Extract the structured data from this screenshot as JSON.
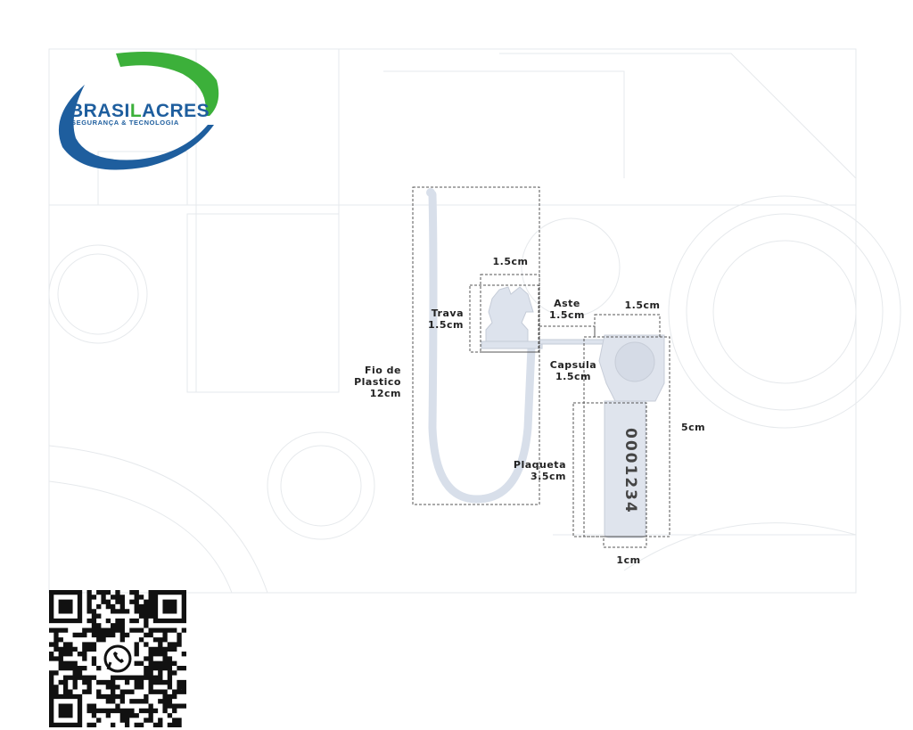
{
  "logo": {
    "brand_prefix": "BRASI",
    "brand_accent": "L",
    "brand_suffix": "ACRES",
    "tagline": "SEGURANÇA & TECNOLOGIA",
    "colors": {
      "blue": "#1e5e9e",
      "green": "#3cb03a"
    }
  },
  "diagram": {
    "labels": {
      "fio": [
        "Fio de",
        "Plastico",
        "12cm"
      ],
      "trava": [
        "Trava",
        "1.5cm"
      ],
      "trava_width": "1.5cm",
      "aste": [
        "Aste",
        "1.5cm"
      ],
      "capsula_width": "1.5cm",
      "capsula": [
        "Capsula",
        "1.5cm"
      ],
      "total_height": "5cm",
      "plaqueta": [
        "Plaqueta",
        "3.5cm"
      ],
      "plaqueta_width": "1cm"
    },
    "serial_number": "0001234"
  },
  "qr": {
    "icon": "whatsapp-icon"
  }
}
